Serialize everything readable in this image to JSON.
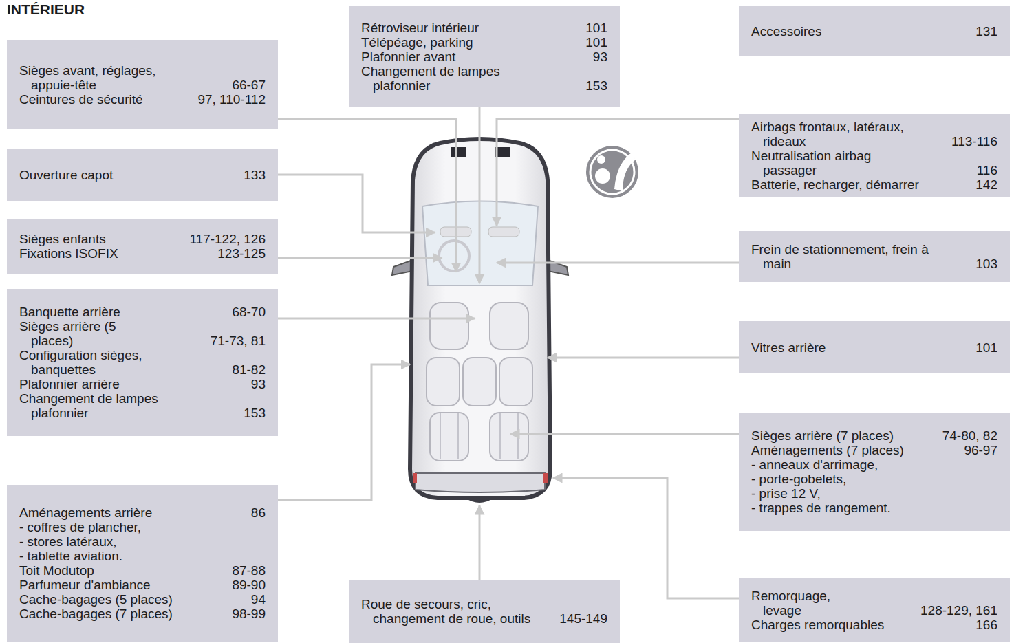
{
  "diagram": {
    "title": "INTÉRIEUR",
    "nodes": [
      {
        "text": [
          "Sièges avant, réglages, appuie-tête",
          "66-67",
          "Ceintures de sécurité",
          "97, 110-112"
        ]
      },
      {
        "text": [
          "Ouverture capot",
          "133"
        ]
      },
      {
        "text": [
          "Sièges enfants",
          "117-122, 126",
          "Fixations ISOFIX",
          "123-125"
        ]
      },
      {
        "text": [
          "Banquette arrière",
          "68-70",
          "Sièges arrière (5 places)",
          "71-73, 81",
          "Configuration sièges, banquettes",
          "81-82",
          "Plafonnier arrière",
          "93",
          "Changement de lampes plafonnier",
          "153"
        ]
      },
      {
        "text": [
          "Aménagements arrière",
          "86",
          "- coffres de plancher,",
          "- stores latéraux,",
          "- tablette aviation.",
          "Toit Modutop",
          "87-88",
          "Parfumeur d'ambiance",
          "89-90",
          "Cache-bagages (5 places)",
          "94",
          "Cache-bagages (7 places)",
          "98-99"
        ]
      },
      {
        "text": [
          "Rétroviseur intérieur",
          "101",
          "Télépéage, parking",
          "101",
          "Plafonnier avant",
          "93",
          "Changement de lampes plafonnier",
          "153"
        ]
      },
      {
        "text": [
          "Accessoires",
          "131"
        ]
      },
      {
        "text": [
          "Airbags frontaux, latéraux, rideaux",
          "113-116",
          "Neutralisation airbag passager",
          "116",
          "Batterie, recharger, démarrer",
          "142"
        ]
      },
      {
        "text": [
          "Frein de stationnement, frein à main",
          "103"
        ]
      },
      {
        "text": [
          "Vitres arrière",
          "101"
        ]
      },
      {
        "text": [
          "Sièges arrière (7 places)",
          "74-80, 82",
          "Aménagements (7 places)",
          "96-97",
          "- anneaux d'arrimage,",
          "- porte-gobelets,",
          "- prise 12 V,",
          "- trappes de rangement."
        ]
      },
      {
        "text": [
          "Remorquage, levage",
          "128-129, 161",
          "Charges remorquables",
          "166"
        ]
      },
      {
        "text": [
          "Roue de secours, cric, changement de roue, outils",
          "145-149"
        ]
      }
    ]
  }
}
